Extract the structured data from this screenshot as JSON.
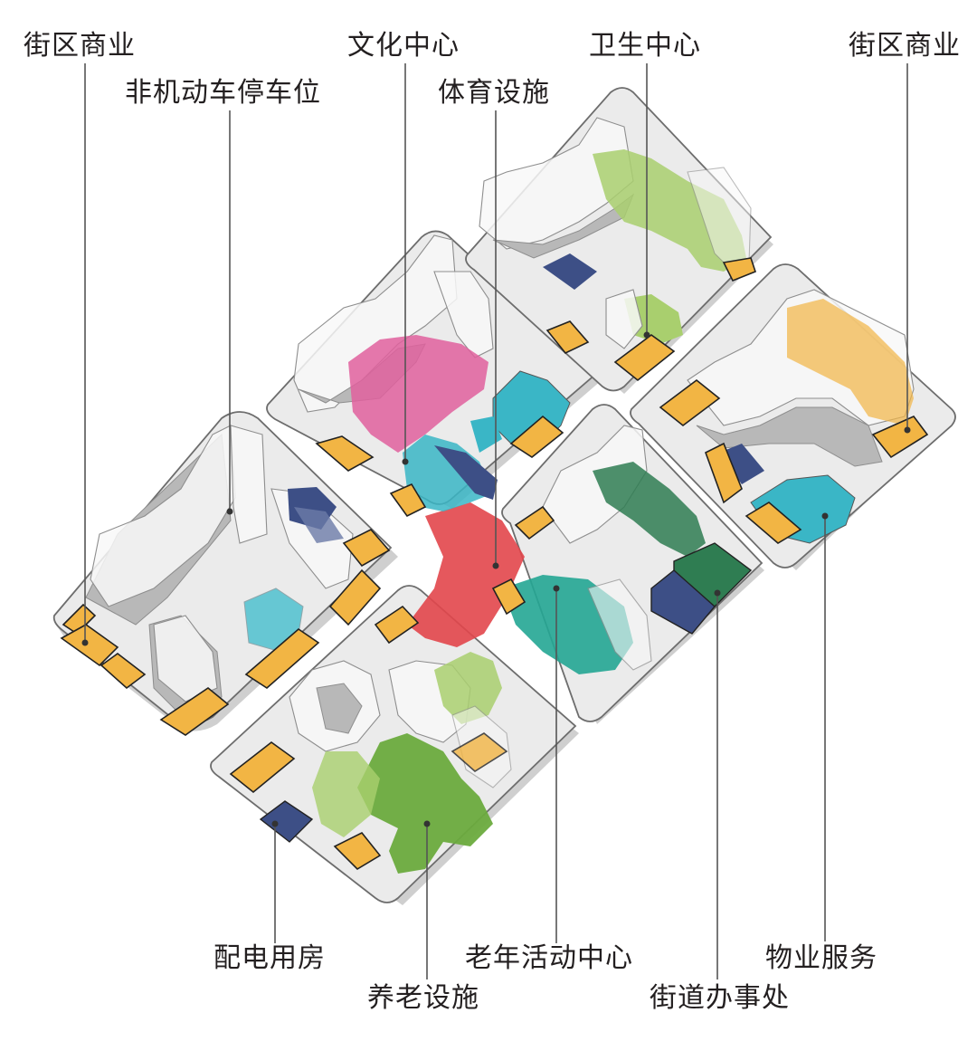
{
  "labels": {
    "top_left_commerce": "街区商业",
    "bike_parking": "非机动车停车位",
    "culture_center": "文化中心",
    "sports_facility": "体育设施",
    "health_center": "卫生中心",
    "top_right_commerce": "街区商业",
    "power_room": "配电用房",
    "elderly_facility": "养老设施",
    "senior_activity_center": "老年活动中心",
    "subdistrict_office": "街道办事处",
    "property_service": "物业服务"
  },
  "colors": {
    "commerce": "#f2b544",
    "culture": "#e0609e",
    "sports": "#3ab6c6",
    "health": "#a9cf6e",
    "elderly": "#6cab3e",
    "senior_activity": "#24a694",
    "subdistrict_office": "#2f7d52",
    "power_room": "#3d4f86",
    "plaza": "#e2464b",
    "platform": "#ebebeb"
  }
}
